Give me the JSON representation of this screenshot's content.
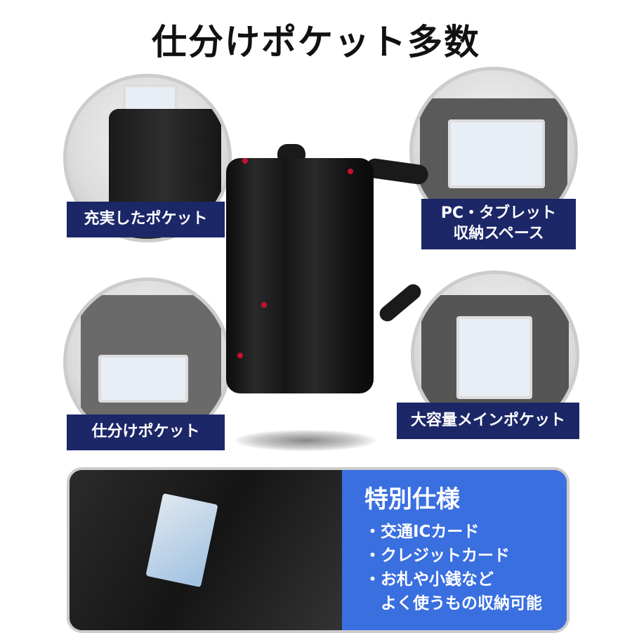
{
  "title": "仕分けポケット多数",
  "labels": {
    "top_left": "充実したポケット",
    "top_right_line1": "PC・タブレット",
    "top_right_line2": "収納スペース",
    "bottom_left": "仕分けポケット",
    "bottom_right": "大容量メインポケット"
  },
  "spec": {
    "heading": "特別仕様",
    "items": [
      "・交通ICカード",
      "・クレジットカード",
      "・お札や小銭など",
      "　よく使うもの収納可能"
    ]
  },
  "colors": {
    "label_bg": "#1c2768",
    "spec_bg": "#3a6fe0",
    "accent_dot": "#c8102e"
  }
}
